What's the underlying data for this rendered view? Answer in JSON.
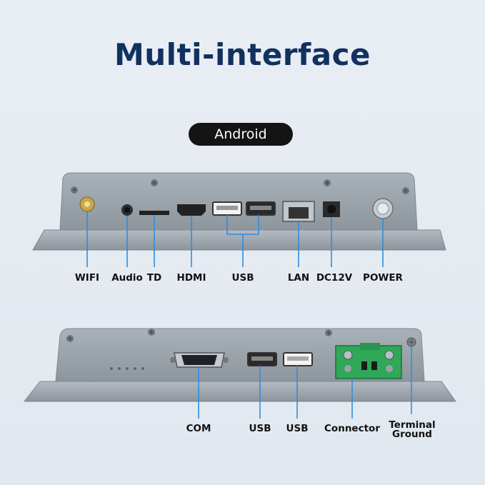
{
  "title": "Multi-interface",
  "badge": "Android",
  "top_labels": [
    "WIFI",
    "Audio",
    "TD",
    "HDMI",
    "USB",
    "LAN",
    "DC12V",
    "POWER"
  ],
  "bottom_labels": [
    "COM",
    "USB",
    "USB",
    "Connector"
  ],
  "terminal_label_line1": "Terminal",
  "terminal_label_line2": "Ground",
  "colors": {
    "title": "#11315f",
    "leader": "#2e8de0",
    "panel": "#9aa3ac",
    "connector": "#2fa85a"
  }
}
